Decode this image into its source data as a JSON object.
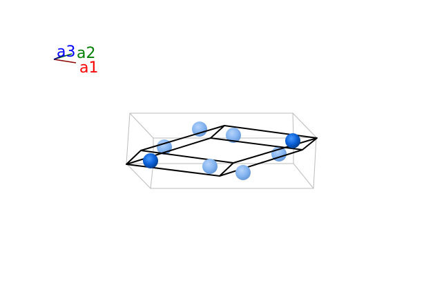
{
  "axes": {
    "a1": {
      "label": "a1",
      "color": "#ff0000"
    },
    "a2": {
      "label": "a2",
      "color": "#008000"
    },
    "a3": {
      "label": "a3",
      "color": "#0000ff"
    }
  },
  "colors": {
    "bounding_box": "#bbbbbb",
    "unit_cell": "#000000",
    "atom_primary": "#0a5fd6",
    "atom_image": "#7fb0ee"
  }
}
